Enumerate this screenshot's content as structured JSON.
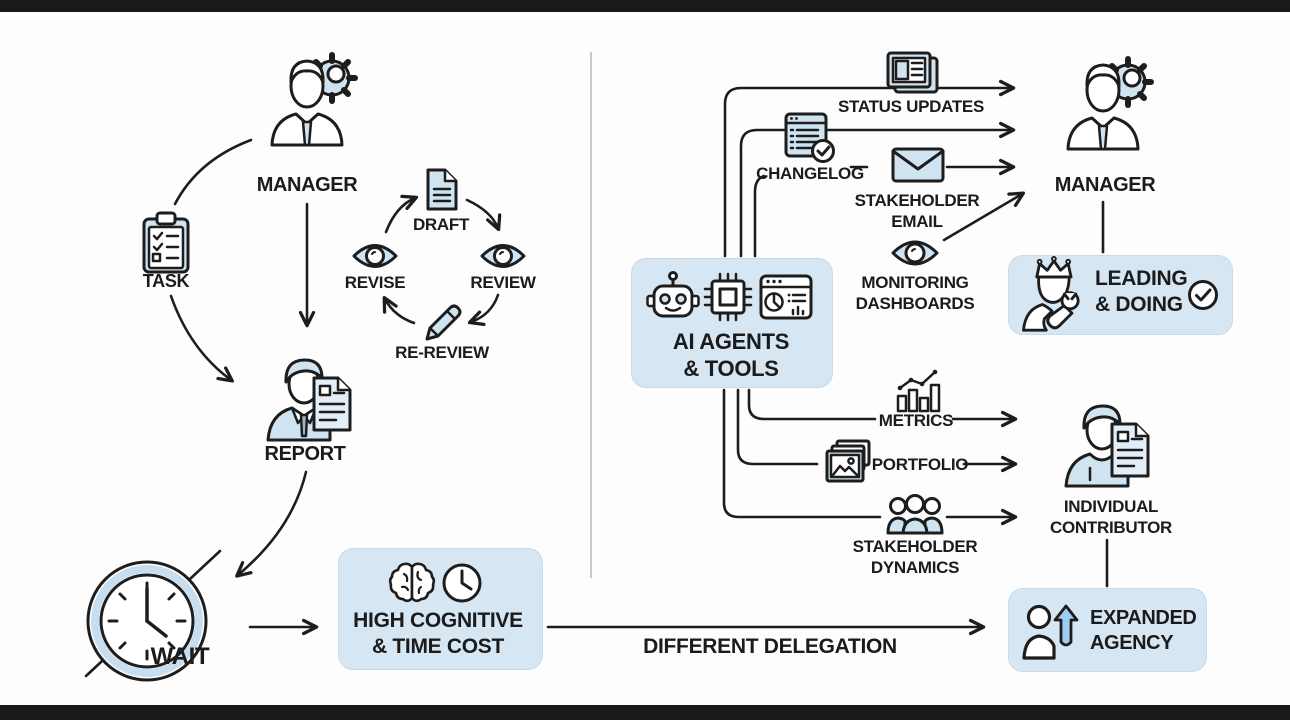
{
  "palette": {
    "bg": "#fdfdfd",
    "bar": "#191919",
    "divider": "#c9c9c9",
    "fill": "#cfe3f1",
    "panel": "#d7e6f3",
    "stroke": "#1d1d1d",
    "blue_arrow": "#9ecdf0"
  },
  "left_flow": {
    "manager_label": "MANAGER",
    "task_label": "TASK",
    "cycle": {
      "draft": "DRAFT",
      "review": "REVIEW",
      "re_review": "RE-REVIEW",
      "revise": "REVISE"
    },
    "report_label": "REPORT",
    "wait_label": "WAIT",
    "cost_box_line1": "HIGH COGNITIVE",
    "cost_box_line2": "& TIME COST",
    "delegation_label": "DIFFERENT DELEGATION"
  },
  "right_flow": {
    "ai_box_line1": "AI AGENTS",
    "ai_box_line2": "& TOOLS",
    "status_updates_label": "STATUS UPDATES",
    "changelog_label": "CHANGELOG",
    "stakeholder_email_line1": "STAKEHOLDER",
    "stakeholder_email_line2": "EMAIL",
    "monitoring_line1": "MONITORING",
    "monitoring_line2": "DASHBOARDS",
    "metrics_label": "METRICS",
    "portfolio_label": "PORTFOLIO",
    "stakeholder_dynamics_line1": "STAKEHOLDER",
    "stakeholder_dynamics_line2": "DYNAMICS",
    "manager_label": "MANAGER",
    "leading_doing_line1": "LEADING",
    "leading_doing_line2": "& DOING",
    "individual_line1": "INDIVIDUAL",
    "individual_line2": "CONTRIBUTOR",
    "expanded_line1": "EXPANDED",
    "expanded_line2": "AGENCY"
  },
  "icons": {
    "manager": "person-with-gear",
    "task": "clipboard-checklist",
    "draft": "document",
    "review": "eye",
    "revise": "eye",
    "re_review": "pencil",
    "report": "person-with-document",
    "wait": "crossed-out-clock",
    "cost": "brain-and-clock",
    "ai_tools": "robot-chip-dashboard",
    "status_updates": "newspaper",
    "changelog": "list-with-check",
    "stakeholder_email": "envelope",
    "monitoring": "eye",
    "metrics": "bar-chart-trend",
    "portfolio": "stacked-photos",
    "stakeholder_dynamics": "people-group",
    "leading_doing": "crowned-person-with-wrench-and-check",
    "individual_contributor": "person-with-document",
    "expanded_agency": "person-with-up-arrow"
  }
}
